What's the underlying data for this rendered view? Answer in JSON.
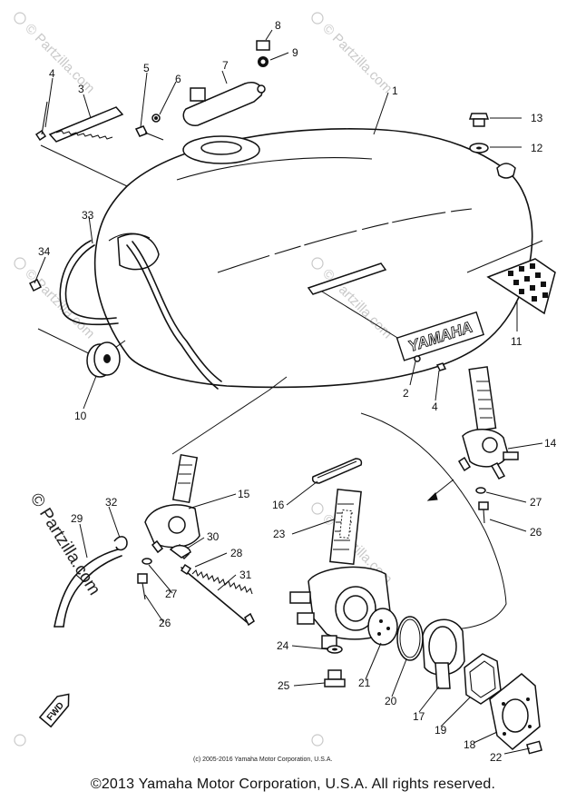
{
  "diagram": {
    "watermark_text": "© Partzilla.com",
    "small_credit": "(c) 2005-2016 Yamaha Motor Corporation, U.S.A.",
    "copyright": "©2013 Yamaha Motor Corporation, U.S.A. All rights reserved.",
    "tank_emblem_text": "YAMAHA",
    "fwd_label": "FWD",
    "callouts": [
      "1",
      "2",
      "3",
      "4",
      "5",
      "6",
      "7",
      "8",
      "9",
      "10",
      "11",
      "12",
      "13",
      "14",
      "15",
      "16",
      "17",
      "18",
      "19",
      "20",
      "21",
      "22",
      "23",
      "24",
      "25",
      "26",
      "27",
      "28",
      "29",
      "30",
      "31",
      "32",
      "33",
      "34"
    ],
    "extra_callouts": [
      "4",
      "26",
      "27"
    ]
  }
}
